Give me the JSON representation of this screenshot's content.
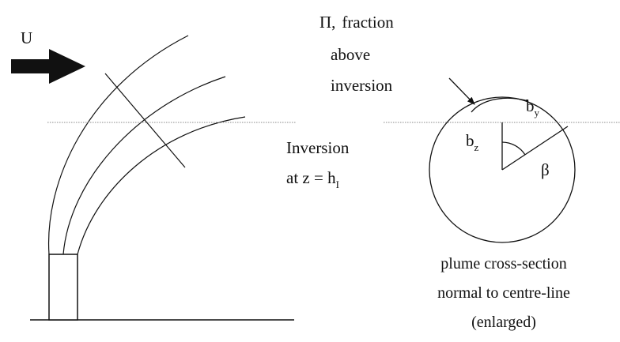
{
  "wind": {
    "label": "U"
  },
  "inversion": {
    "line1": "Inversion",
    "line2_prefix": "at z = h",
    "line2_subscript": "I"
  },
  "fraction": {
    "symbol": "Π,",
    "word": "fraction",
    "line2": "above",
    "line3": "inversion"
  },
  "cross_section": {
    "by_base": "b",
    "by_sub": "y",
    "bz_base": "b",
    "bz_sub": "z",
    "angle": "β",
    "caption_line1": "plume cross-section",
    "caption_line2": "normal to centre-line",
    "caption_line3": "(enlarged)"
  },
  "colors": {
    "ink": "#111111",
    "inversion_line": "#888888",
    "background": "#ffffff"
  }
}
